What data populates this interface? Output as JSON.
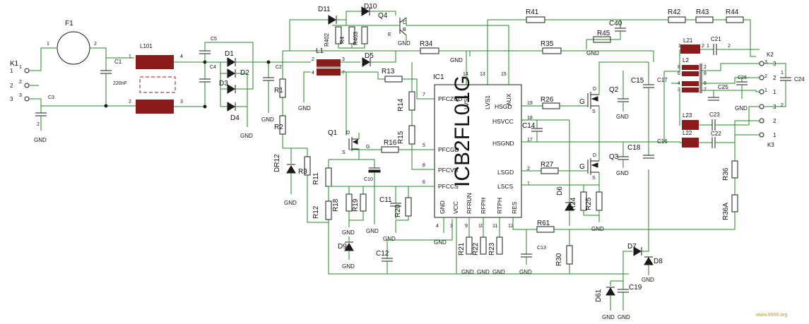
{
  "ic": {
    "name": "ICB2FL01G",
    "designator": "IC1",
    "pins_left": [
      {
        "num": "7",
        "name": "PFCZCD"
      },
      {
        "num": "5",
        "name": "PFCGD"
      },
      {
        "num": "8",
        "name": "PFCVS"
      },
      {
        "num": "6",
        "name": "PFCCS"
      }
    ],
    "pins_top": [
      {
        "num": "14",
        "name": "LVS2"
      },
      {
        "num": "13",
        "name": "LVS1"
      },
      {
        "num": "15",
        "name": "AUX"
      }
    ],
    "pins_right": [
      {
        "num": "19",
        "name": "HSGD"
      },
      {
        "num": "18",
        "name": "HSVCC"
      },
      {
        "num": "17",
        "name": "HSGND"
      },
      {
        "num": "2",
        "name": "LSGD"
      },
      {
        "num": "1",
        "name": "LSCS"
      }
    ],
    "pins_bottom": [
      {
        "num": "4",
        "name": "GND"
      },
      {
        "num": "3",
        "name": "VCC"
      },
      {
        "num": "9",
        "name": "RFRUN"
      },
      {
        "num": "10",
        "name": "RFPH"
      },
      {
        "num": "11",
        "name": "RTPH"
      },
      {
        "num": "12",
        "name": "RES"
      }
    ]
  },
  "components": {
    "F1": "F1",
    "K1": "K1",
    "K2": "K2",
    "K3": "K3",
    "C1": "C1",
    "C1_value": "220nF",
    "C3": "C3",
    "C5": "C5",
    "C4": "C4",
    "L101": "L101",
    "L1": "L1",
    "D1": "D1",
    "D2": "D2",
    "D3": "D3",
    "D4": "D4",
    "D5": "D5",
    "D6": "D6",
    "D7": "D7",
    "D8": "D8",
    "D9": "D9",
    "D10": "D10",
    "D11": "D11",
    "D61": "D61",
    "DR12": "DR12",
    "C2": "C2",
    "C10": "C10",
    "C11": "C11",
    "C12": "C12",
    "C13": "C13",
    "C14": "C14",
    "C15": "C15",
    "C16": "C16",
    "C17": "C17",
    "C18": "C18",
    "C19": "C19",
    "C21": "C21",
    "C22": "C22",
    "C23": "C23",
    "C24": "C24",
    "C25": "C25",
    "C26": "C26",
    "C40": "C40",
    "Q1": "Q1",
    "Q2": "Q2",
    "Q3": "Q3",
    "Q4": "Q4",
    "R1": "R1",
    "R2": "R2",
    "R3": "R3",
    "R4": "R4",
    "R11": "R11",
    "R12": "R12",
    "R13": "R13",
    "R14": "R14",
    "R15": "R15",
    "R16": "R16",
    "R18": "R18",
    "R19": "R19",
    "R20": "R20",
    "R21": "R21",
    "R22": "R22",
    "R23": "R23",
    "R24": "R24",
    "R25": "R25",
    "R26": "R26",
    "R27": "R27",
    "R30": "R30",
    "R34": "R34",
    "R35": "R35",
    "R36": "R36",
    "R36A": "R36A",
    "R41": "R41",
    "R42": "R42",
    "R43": "R43",
    "R44": "R44",
    "R45": "R45",
    "R61": "R61",
    "R402": "R402",
    "R403": "R403",
    "L2": "L2",
    "L21": "L21",
    "L22": "L22",
    "L23": "L23"
  },
  "net_labels": {
    "gnd": "GND",
    "gate": "G",
    "source": "S",
    "drain": "D",
    "base": "B",
    "emitter": "E",
    "collector": "C"
  },
  "watermark": "www.9956.org"
}
